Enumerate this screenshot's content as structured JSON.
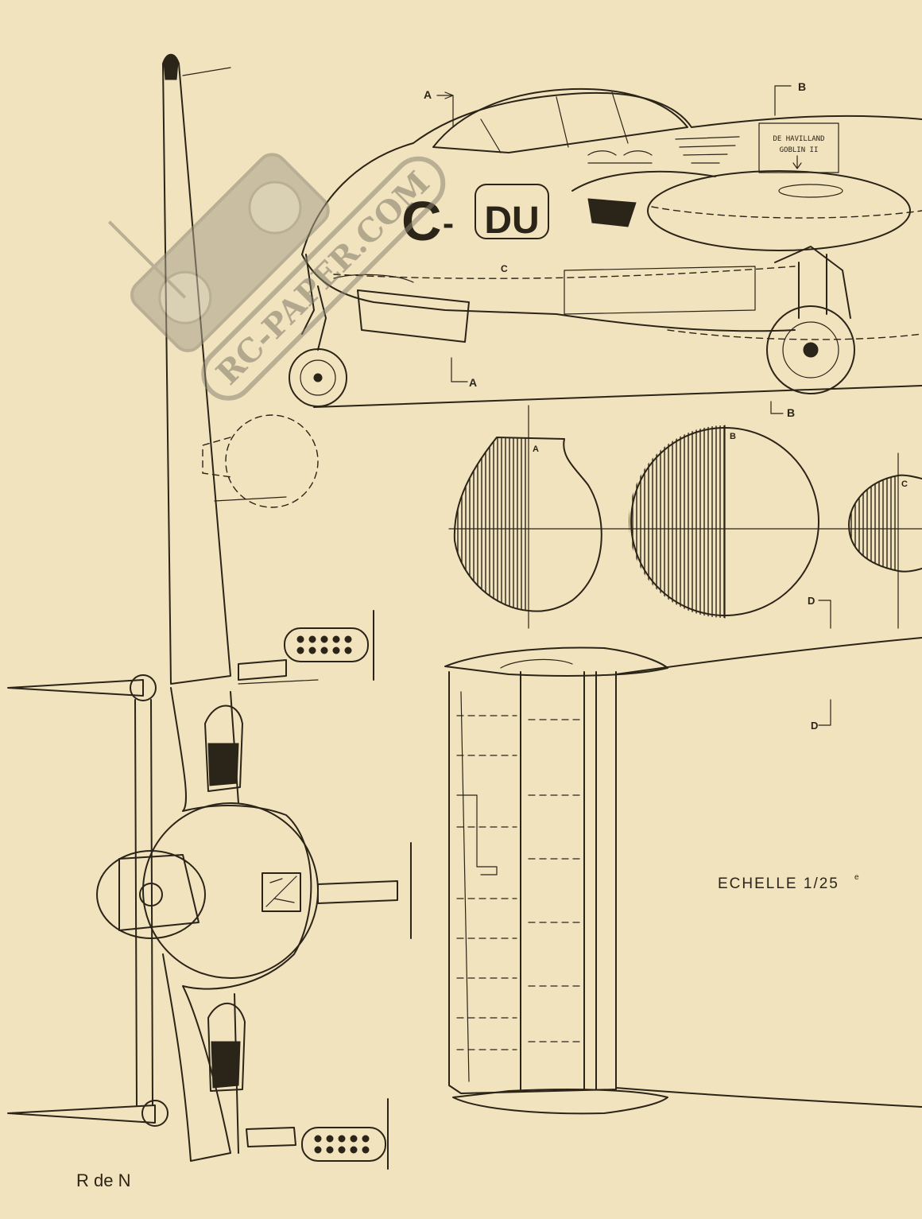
{
  "registration": {
    "prefix": "C",
    "suffix": "DU"
  },
  "engine_plate": {
    "line1": "DE HAVILLAND",
    "line2": "GOBLIN II"
  },
  "section_markers": {
    "a": "A",
    "b": "B",
    "c": "C",
    "d": "D"
  },
  "scale_label": "ECHELLE 1/25",
  "scale_superscript": "e",
  "signature": "R de N",
  "watermark": {
    "site": "RC-PAPER.COM"
  },
  "colors": {
    "paper": "#f1e3bd",
    "ink": "#2b2418",
    "watermark": "#a9a18c"
  }
}
